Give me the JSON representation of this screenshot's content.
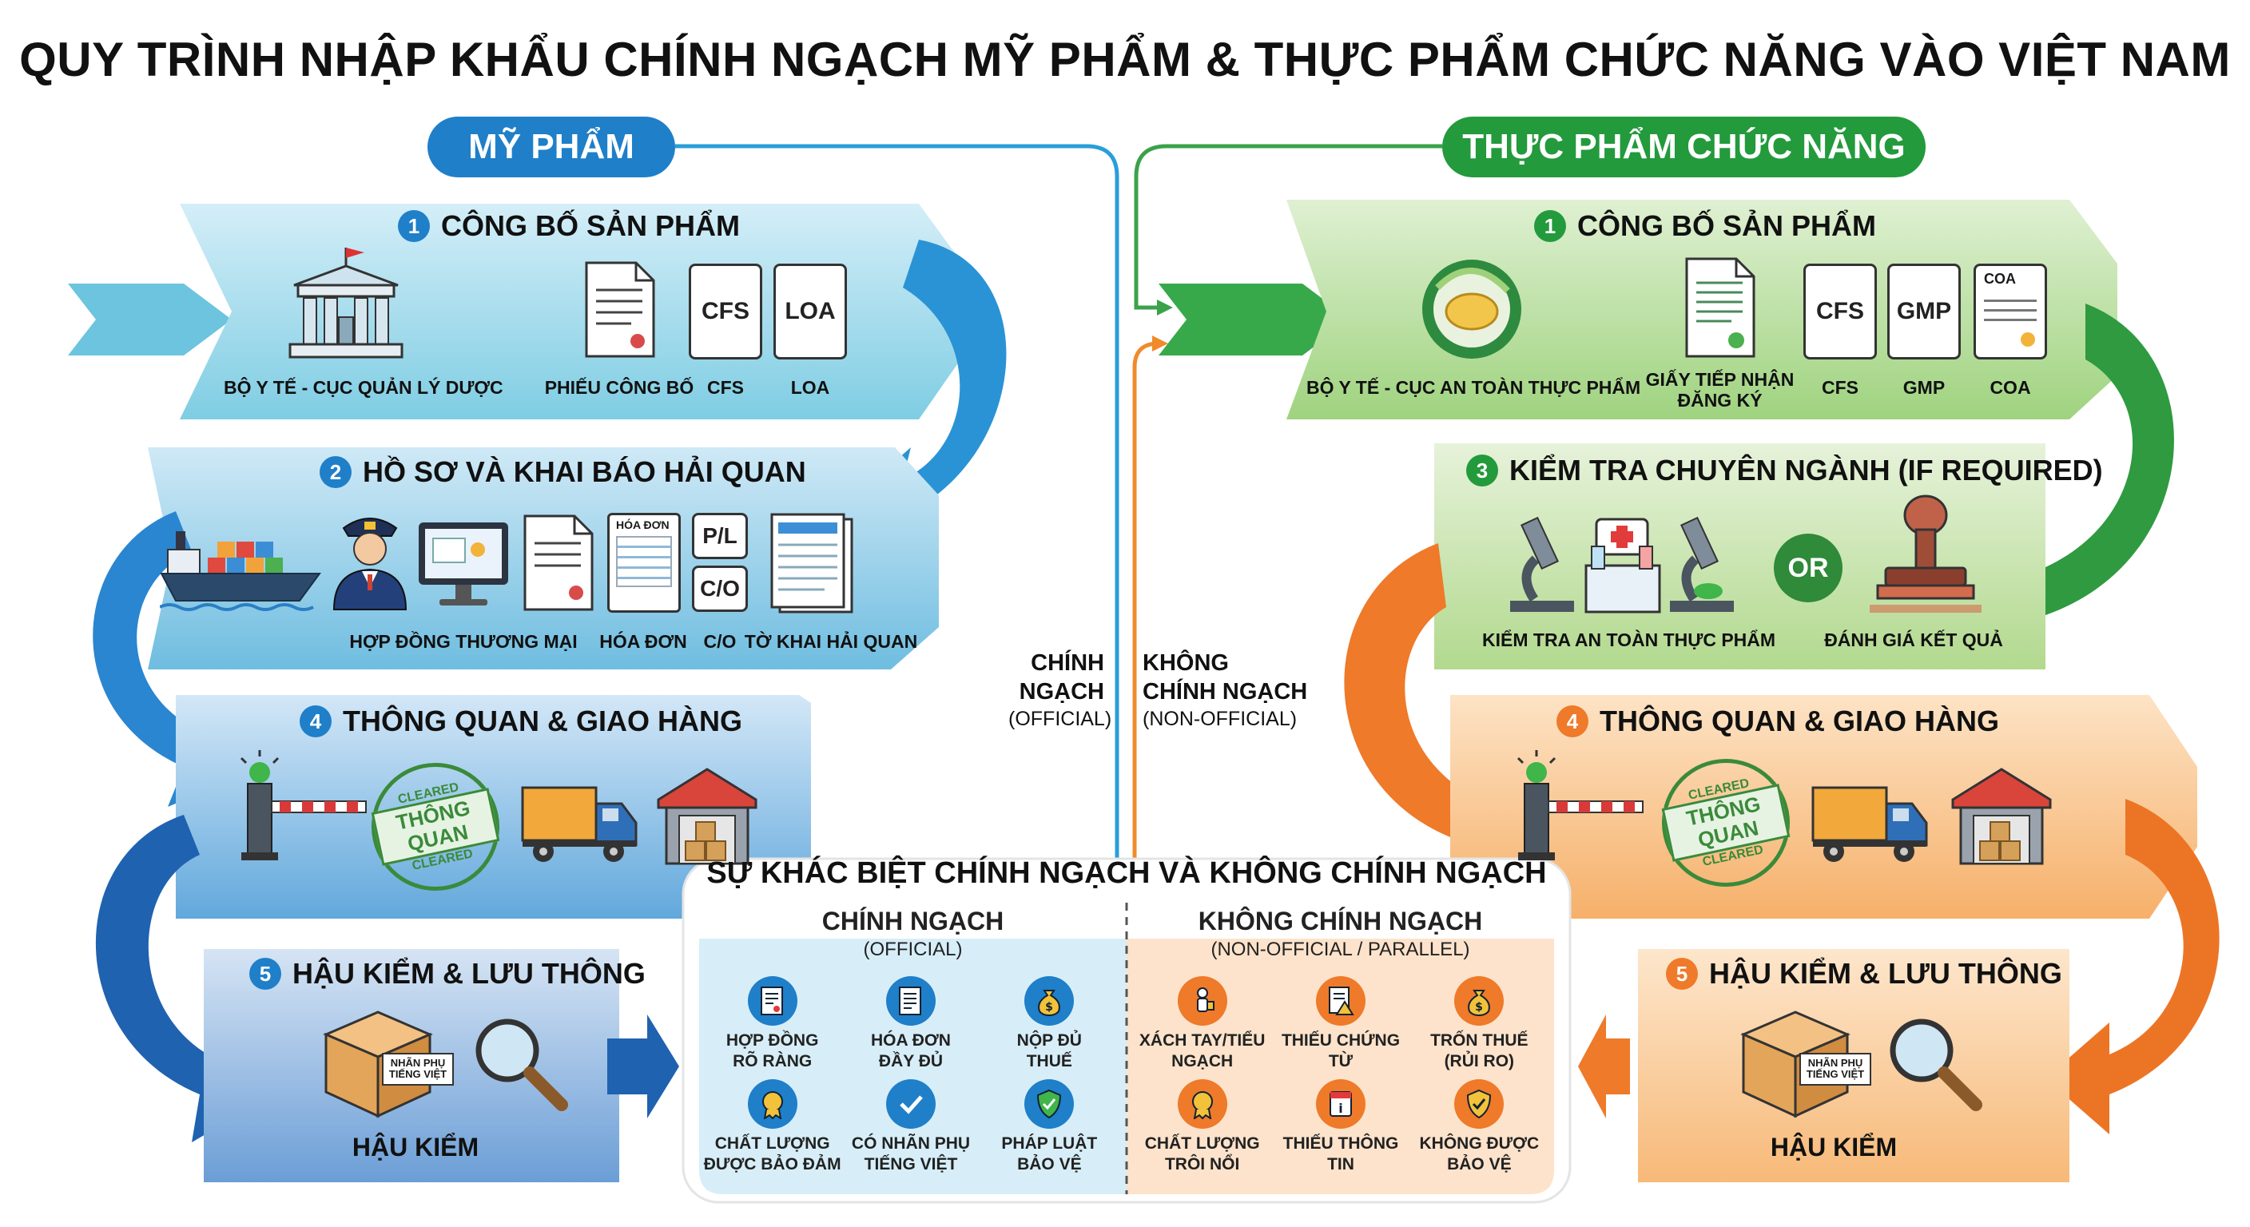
{
  "title": "QUY TRÌNH NHẬP KHẨU CHÍNH NGẠCH MỸ PHẨM & THỰC PHẨM CHỨC NĂNG VÀO VIỆT NAM",
  "colors": {
    "blue": "#1f7fc9",
    "green": "#239a3c",
    "orange": "#ee7a2a",
    "light_blue": "#9fd6ea",
    "light_green": "#cfe9c0",
    "light_orange": "#fbd3a6"
  },
  "left": {
    "header": "MỸ PHẨM",
    "s1": {
      "num": "1",
      "title": "CÔNG BỐ SẢN PHẨM",
      "items": [
        "BỘ Y TẾ - CỤC QUẢN LÝ DƯỢC",
        "PHIẾU CÔNG BỐ",
        "CFS",
        "LOA"
      ],
      "doc_tags": [
        "CFS",
        "LOA"
      ]
    },
    "s2": {
      "num": "2",
      "title": "HỒ SƠ VÀ KHAI BÁO HẢI QUAN",
      "items": [
        "HỢP ĐỒNG THƯƠNG MẠI",
        "HÓA ĐƠN",
        "C/O",
        "TỜ KHAI HẢI QUAN"
      ],
      "doc_tags": [
        "HÓA ĐƠN",
        "P/L",
        "C/O"
      ]
    },
    "s4": {
      "num": "4",
      "title": "THÔNG QUAN & GIAO HÀNG",
      "stamp_top": "CLEARED",
      "stamp_mid": "THÔNG QUAN",
      "stamp_bot": "CLEARED"
    },
    "s5": {
      "num": "5",
      "title": "HẬU KIỂM & LƯU THÔNG",
      "box_tag": "NHÃN PHỤ\nTIẾNG VIỆT",
      "caption": "HẬU KIỂM"
    }
  },
  "right": {
    "header": "THỰC PHẨM CHỨC NĂNG",
    "s1": {
      "num": "1",
      "title": "CÔNG BỐ SẢN PHẨM",
      "items": [
        "BỘ Y TẾ - CỤC AN TOÀN THỰC PHẨM",
        "GIẤY TIẾP NHẬN\nĐĂNG KÝ",
        "CFS",
        "GMP",
        "COA"
      ],
      "doc_tags": [
        "CFS",
        "GMP",
        "COA"
      ]
    },
    "s3": {
      "num": "3",
      "title": "KIỂM TRA CHUYÊN NGÀNH (IF REQUIRED)",
      "items": [
        "KIỂM TRA AN TOÀN THỰC PHẨM",
        "ĐÁNH GIÁ KẾT QUẢ"
      ],
      "or": "OR"
    },
    "s4": {
      "num": "4",
      "title": "THÔNG QUAN & GIAO HÀNG",
      "stamp_top": "CLEARED",
      "stamp_mid": "THÔNG QUAN",
      "stamp_bot": "CLEARED"
    },
    "s5": {
      "num": "5",
      "title": "HẬU KIỂM & LƯU THÔNG",
      "box_tag": "NHÃN PHỤ\nTIẾNG VIỆT",
      "caption": "HẬU KIỂM"
    }
  },
  "center": {
    "official_label": "CHÍNH\nNGẠCH",
    "official_sub": "(OFFICIAL)",
    "non_official_label": "KHÔNG\nCHÍNH NGẠCH",
    "non_official_sub": "(NON-OFFICIAL)"
  },
  "compare": {
    "title": "SỰ KHÁC BIỆT CHÍNH NGẠCH VÀ KHÔNG CHÍNH NGẠCH",
    "official": {
      "heading": "CHÍNH NGẠCH",
      "sub": "(OFFICIAL)",
      "items": [
        {
          "label": "HỢP ĐỒNG\nRÕ RÀNG",
          "icon": "contract-icon"
        },
        {
          "label": "HÓA ĐƠN\nĐẦY ĐỦ",
          "icon": "invoice-icon"
        },
        {
          "label": "NỘP ĐỦ\nTHUẾ",
          "icon": "money-bag-icon"
        },
        {
          "label": "CHẤT LƯỢNG\nĐƯỢC BẢO ĐẢM",
          "icon": "quality-badge-icon"
        },
        {
          "label": "CÓ NHÃN PHỤ\nTIẾNG VIỆT",
          "icon": "check-icon"
        },
        {
          "label": "PHÁP LUẬT\nBẢO VỆ",
          "icon": "shield-check-icon"
        }
      ]
    },
    "non_official": {
      "heading": "KHÔNG CHÍNH NGẠCH",
      "sub": "(NON-OFFICIAL / PARALLEL)",
      "items": [
        {
          "label": "XÁCH TAY/TIỂU\nNGẠCH",
          "icon": "person-icon"
        },
        {
          "label": "THIẾU CHỨNG\nTỪ",
          "icon": "document-warning-icon"
        },
        {
          "label": "TRỐN THUẾ\n(RỦI RO)",
          "icon": "money-bag-icon"
        },
        {
          "label": "CHẤT LƯỢNG\nTRÔI NỔI",
          "icon": "quality-badge-icon"
        },
        {
          "label": "THIẾU THÔNG\nTIN",
          "icon": "info-icon"
        },
        {
          "label": "KHÔNG ĐƯỢC\nBẢO VỆ",
          "icon": "shield-warning-icon"
        }
      ]
    }
  }
}
